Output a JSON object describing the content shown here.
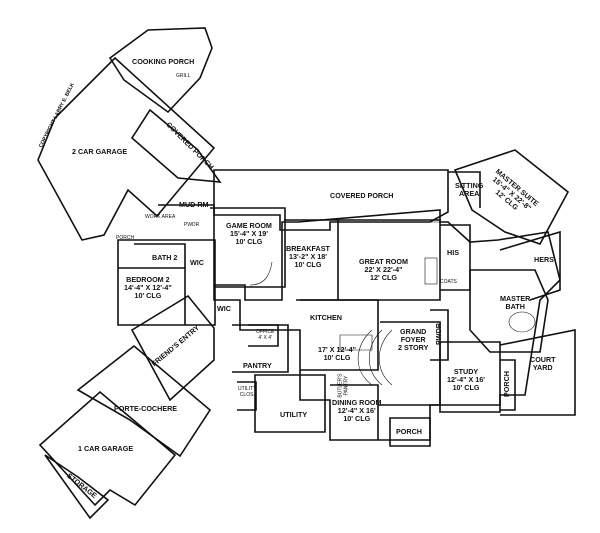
{
  "copyright": "COPYRIGHT LARRY E. BELK",
  "rooms": {
    "cooking_porch": "COOKING PORCH",
    "grill": "GRILL",
    "two_car_garage": "2 CAR GARAGE",
    "covered_porch_side": "COVERED PORCH",
    "covered_porch_main": "COVERED PORCH",
    "mud_rm": "MUD RM",
    "work_area": "WORK AREA",
    "porch_small": "PORCH",
    "bath2": "BATH 2",
    "pwdr_left": "PWDR",
    "wic_left": "WIC",
    "wic_lower": "WIC",
    "game_room": [
      "GAME ROOM",
      "15'-4\" X 19'",
      "10' CLG"
    ],
    "bedroom2": [
      "BEDROOM 2",
      "14'-4\" X 12'-4\"",
      "10' CLG"
    ],
    "breakfast": [
      "BREAKFAST",
      "13'-2\" X 18'",
      "10' CLG"
    ],
    "great_room": [
      "GREAT ROOM",
      "22' X 22'-4\"",
      "12' CLG"
    ],
    "sitting_area": [
      "SITTING",
      "AREA"
    ],
    "master_suite": [
      "MASTER SUITE",
      "15'-4\" X 22'-8\"",
      "12' CLG"
    ],
    "his": "HIS",
    "hers": "HERS",
    "coats": "COATS",
    "master_bath": [
      "MASTER",
      "BATH"
    ],
    "friends_entry": "FRIEND'S ENTRY",
    "office": [
      "OFFICE",
      "4' X 4'"
    ],
    "kitchen": [
      "KITCHEN",
      "17' X 12'-4\"",
      "10' CLG"
    ],
    "grand_foyer": [
      "GRAND",
      "FOYER",
      "2 STORY"
    ],
    "pwdr_right": "PWDR",
    "study": [
      "STUDY",
      "12'-4\" X 16'",
      "10' CLG"
    ],
    "court_yard": [
      "COURT",
      "YARD"
    ],
    "porch_right": "PORCH",
    "pantry": "PANTRY",
    "butlers_pantry": [
      "BUTLER'S",
      "PANTRY"
    ],
    "utility_clos": [
      "UTILITY",
      "CLOS."
    ],
    "utility": "UTILITY",
    "dining_room": [
      "DINING ROOM",
      "12'-4\" X 16'",
      "10' CLG"
    ],
    "porch_front": "PORCH",
    "porte_cochere": "PORTE-COCHERE",
    "one_car_garage": "1 CAR GARAGE",
    "storage": "STORAGE"
  },
  "colors": {
    "wall": "#111111",
    "paper": "#ffffff"
  }
}
